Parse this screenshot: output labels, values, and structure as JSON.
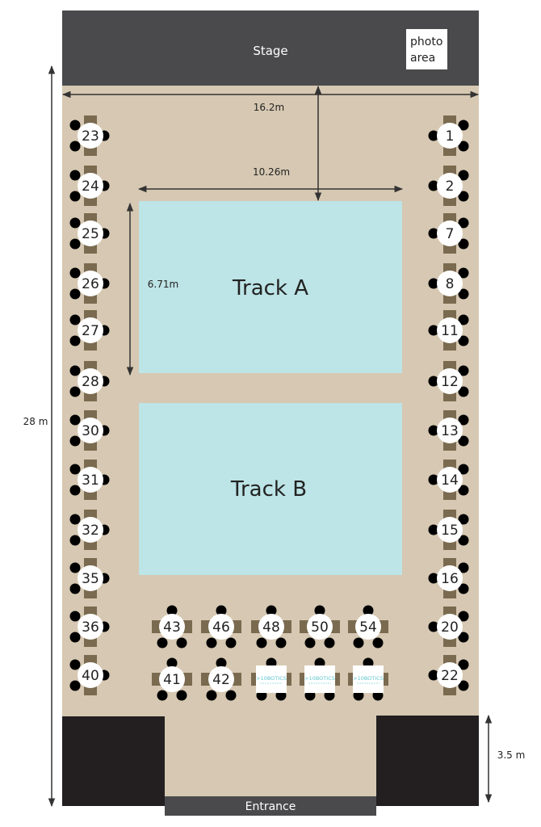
{
  "stage": {
    "label": "Stage"
  },
  "photo_area": {
    "label_line1": "photo",
    "label_line2": "area"
  },
  "entrance": {
    "label": "Entrance"
  },
  "tracks": [
    {
      "label": "Track A"
    },
    {
      "label": "Track B"
    }
  ],
  "dimensions": {
    "hall_width": "16.2m",
    "track_width": "10.26m",
    "track_height": "6.71m",
    "hall_length": "28 m",
    "entrance_depth": "3.5 m"
  },
  "tables_left": [
    "23",
    "24",
    "25",
    "26",
    "27",
    "28",
    "30",
    "31",
    "32",
    "35",
    "36",
    "40"
  ],
  "tables_right": [
    "1",
    "2",
    "7",
    "8",
    "11",
    "12",
    "13",
    "14",
    "15",
    "16",
    "20",
    "22"
  ],
  "tables_bottom_row1": [
    "43",
    "46",
    "48",
    "50",
    "54"
  ],
  "tables_bottom_row2": [
    "41",
    "42"
  ],
  "sponsor_tables": [
    {
      "logo": ">10BOTICS"
    },
    {
      "logo": ">10BOTICS"
    },
    {
      "logo": ">10BOTICS"
    }
  ],
  "colors": {
    "floor": "#d6c8b2",
    "stage": "#4a4a4c",
    "track": "#bde4e6",
    "table": "#7a6a4f",
    "block": "#231f20"
  }
}
